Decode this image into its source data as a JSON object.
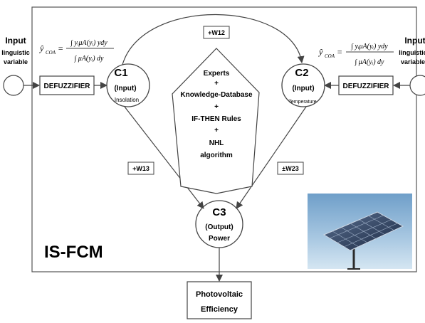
{
  "diagram": {
    "title": "IS-FCM",
    "left_input": {
      "title": "Input",
      "line1": "linguistic",
      "line2": "variable"
    },
    "right_input": {
      "title": "Input",
      "line1": "linguistic",
      "line2": "variable"
    },
    "left_defuzzifier": "DEFUZZIFIER",
    "right_defuzzifier": "DEFUZZIFIER",
    "formula": {
      "lhs": "ŷ",
      "lhs_sub": "COA",
      "eq": "=",
      "num": "∫ yᵢμA(yᵢ) ydy",
      "den": "∫ μA(yᵢ) dy"
    },
    "c1": {
      "name": "C1",
      "role": "(Input)",
      "label": "Insolation"
    },
    "c2": {
      "name": "C2",
      "role": "(Input)",
      "label": "Temperature"
    },
    "c3": {
      "name": "C3",
      "role": "(Output)",
      "label": "Power"
    },
    "weights": {
      "w12": "+W12",
      "w13": "+W13",
      "w23": "±W23"
    },
    "center": {
      "line1": "Experts",
      "plus1": "+",
      "line2": "Knowledge-Database",
      "plus2": "+",
      "line3": "IF-THEN Rules",
      "plus3": "+",
      "line4": "NHL",
      "line5": "algorithm"
    },
    "output_box": {
      "line1": "Photovoltaic",
      "line2": "Efficiency"
    },
    "photo_icon": "solar-panel-photo"
  }
}
